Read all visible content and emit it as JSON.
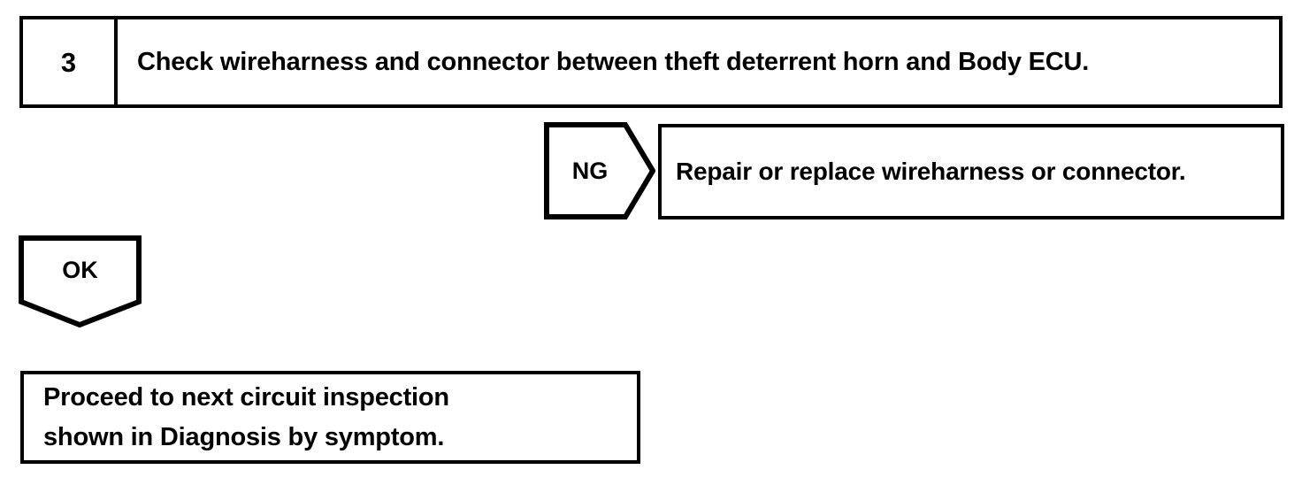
{
  "document": {
    "type": "diagnostic-flowchart",
    "background_color": "#ffffff",
    "line_color": "#000000"
  },
  "step": {
    "number": "3",
    "instruction": "Check wireharness and connector between theft deterrent horn and Body ECU."
  },
  "branches": {
    "ng": {
      "label": "NG",
      "result_text": "Repair or replace wireharness or connector."
    },
    "ok": {
      "label": "OK"
    }
  },
  "proceed": {
    "line1": "Proceed to next circuit inspection",
    "line2": "shown in Diagnosis by symptom."
  }
}
